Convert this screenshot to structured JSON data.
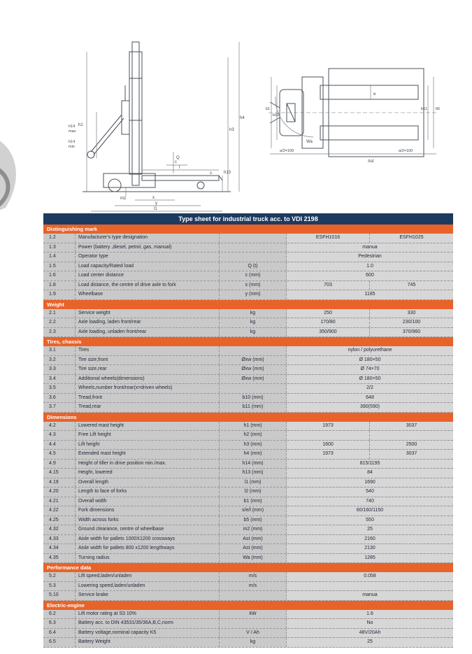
{
  "title": "Type sheet for industrial truck acc. to VDI 2198",
  "colors": {
    "header_bg": "#1d3a5f",
    "section_bg": "#e8632a",
    "row_bg": "#c9c9c9",
    "value_bg": "#d7d7d7",
    "header_text": "#ffffff"
  },
  "drawings": {
    "side": {
      "h4": "h4",
      "h3": "h3",
      "h1": "h1",
      "h14_top": "h14",
      "h14_top2": "max",
      "h14_bot": "h14",
      "h14_bot2": "min",
      "h13": "h13",
      "m2": "m2",
      "q": "Q",
      "c": "c",
      "l": "l",
      "s": "s",
      "x": "x",
      "y": "y",
      "l1": "l1"
    },
    "top": {
      "b1": "b1",
      "b10": "b10",
      "b11": "b11",
      "b5": "b5",
      "e": "e",
      "wa": "Wa",
      "ast": "Ast",
      "a2_left": "a/2=100",
      "a2_right": "a/2=100"
    }
  },
  "table": {
    "sections": [
      {
        "name": "Distinguishing mark",
        "rows": [
          {
            "no": "1.2",
            "desc": "Manufacturer's type designation",
            "unit": "",
            "values": [
              "ESFH1016",
              "ESFH1025"
            ]
          },
          {
            "no": "1.3",
            "desc": "Power (battery ,diesel, petrol, gas, manual)",
            "unit": "",
            "values": [
              "manua"
            ]
          },
          {
            "no": "1.4",
            "desc": "Operator type",
            "unit": "",
            "values": [
              "Pedestrian"
            ]
          },
          {
            "no": "1.5",
            "desc": "Load capacity/Rated load",
            "unit": "Q (t)",
            "values": [
              "1.0"
            ]
          },
          {
            "no": "1.6",
            "desc": "Load center distance",
            "unit": "c (mm)",
            "values": [
              "600"
            ]
          },
          {
            "no": "1.8",
            "desc": "Load distance, the centre of drive axle to fork",
            "unit": "x (mm)",
            "values": [
              "703",
              "745"
            ]
          },
          {
            "no": "1.9",
            "desc": "Wheelbase",
            "unit": "y (mm)",
            "values": [
              "1185"
            ]
          }
        ]
      },
      {
        "name": "Weight",
        "rows": [
          {
            "no": "2.1",
            "desc": "Service weight",
            "unit": "kg",
            "values": [
              "250",
              "330"
            ]
          },
          {
            "no": "2.2",
            "desc": "Axle loading, laden front/rear",
            "unit": "kg",
            "values": [
              "170/80",
              "230/100"
            ]
          },
          {
            "no": "2.3",
            "desc": "Axle loading, unladen front/rear",
            "unit": "kg",
            "values": [
              "350/900",
              "370/960"
            ]
          }
        ]
      },
      {
        "name": "Tires, chassis",
        "rows": [
          {
            "no": "3.1",
            "desc": "Tires",
            "unit": "",
            "values": [
              "nylon / polyurethane"
            ]
          },
          {
            "no": "3.2",
            "desc": "Tire size,front",
            "unit": "Øxw (mm)",
            "values": [
              "Ø 180×50"
            ]
          },
          {
            "no": "3.3",
            "desc": "Tire size,rear",
            "unit": "Øxw (mm)",
            "values": [
              "Ø 74×70"
            ]
          },
          {
            "no": "3.4",
            "desc": "Additional wheels(dimensions)",
            "unit": "Øxw (mm)",
            "values": [
              "Ø 180×50"
            ]
          },
          {
            "no": "3.5",
            "desc": "Wheels,number front/rear(x=driven wheels)",
            "unit": "",
            "values": [
              "2/2"
            ]
          },
          {
            "no": "3.6",
            "desc": "Tread,front",
            "unit": "b10 (mm)",
            "values": [
              "648"
            ]
          },
          {
            "no": "3.7",
            "desc": "Tread,rear",
            "unit": "b11 (mm)",
            "values": [
              "390(590)"
            ]
          }
        ]
      },
      {
        "name": "Dimensions",
        "rows": [
          {
            "no": "4.2",
            "desc": "Lowered mast height",
            "unit": "h1 (mm)",
            "values": [
              "1973",
              "3037"
            ]
          },
          {
            "no": "4.3",
            "desc": "Free Lift height",
            "unit": "h2 (mm)",
            "values": [
              "",
              ""
            ]
          },
          {
            "no": "4.4",
            "desc": "Lift height",
            "unit": "h3 (mm)",
            "values": [
              "1600",
              "2500"
            ]
          },
          {
            "no": "4.5",
            "desc": "Extended mast height",
            "unit": "h4 (mm)",
            "values": [
              "1973",
              "3037"
            ]
          },
          {
            "no": "4.9",
            "desc": "Height of tiller in drive position min./max.",
            "unit": "h14 (mm)",
            "values": [
              "815/1195"
            ]
          },
          {
            "no": "4.15",
            "desc": "Height, lowered",
            "unit": "h13 (mm)",
            "values": [
              "84"
            ]
          },
          {
            "no": "4.19",
            "desc": "Overall length",
            "unit": "l1 (mm)",
            "values": [
              "1690"
            ]
          },
          {
            "no": "4.20",
            "desc": "Length to face of forks",
            "unit": "l2 (mm)",
            "values": [
              "540"
            ]
          },
          {
            "no": "4.21",
            "desc": "Overall width",
            "unit": "b1 (mm)",
            "values": [
              "740"
            ]
          },
          {
            "no": "4.22",
            "desc": "Fork dimensions",
            "unit": "s/e/l (mm)",
            "values": [
              "60/160/1150"
            ]
          },
          {
            "no": "4.25",
            "desc": "Width across forks",
            "unit": "b5 (mm)",
            "values": [
              "550"
            ]
          },
          {
            "no": "4.32",
            "desc": "Ground clearance, centre of wheelbase",
            "unit": "m2 (mm)",
            "values": [
              "25"
            ]
          },
          {
            "no": "4.33",
            "desc": "Aisle width for pallets 1000X1200 crossways",
            "unit": "Ast (mm)",
            "values": [
              "2160"
            ]
          },
          {
            "no": "4.34",
            "desc": "Aisle width for pallets 800 x1200 lengthways",
            "unit": "Ast (mm)",
            "values": [
              "2130"
            ]
          },
          {
            "no": "4.35",
            "desc": "Turning radius",
            "unit": "Wa (mm)",
            "values": [
              "1285"
            ]
          }
        ]
      },
      {
        "name": "Performance data",
        "rows": [
          {
            "no": "5.2",
            "desc": "Lift speed,laden/unladen",
            "unit": "m/s",
            "values": [
              "0.058"
            ]
          },
          {
            "no": "5.3",
            "desc": "Lowering speed,laden/unladen",
            "unit": "m/s",
            "values": [
              ""
            ]
          },
          {
            "no": "5.10",
            "desc": "Service brake",
            "unit": "",
            "values": [
              "manua"
            ]
          }
        ]
      },
      {
        "name": "Electric-engine",
        "rows": [
          {
            "no": "6.2",
            "desc": "Lift motor rating at S3 10%",
            "unit": "kW",
            "values": [
              "1.6"
            ]
          },
          {
            "no": "6.3",
            "desc": "Battery acc. to DIN 43531/35/36A,B,C,norm",
            "unit": "",
            "values": [
              "No"
            ]
          },
          {
            "no": "6.4",
            "desc": "Battery voltage,nominal capacity K5",
            "unit": "V / Ah",
            "values": [
              "48V/20Ah"
            ]
          },
          {
            "no": "6.5",
            "desc": "Battery Weight",
            "unit": "kg",
            "values": [
              "25"
            ]
          }
        ]
      }
    ]
  }
}
